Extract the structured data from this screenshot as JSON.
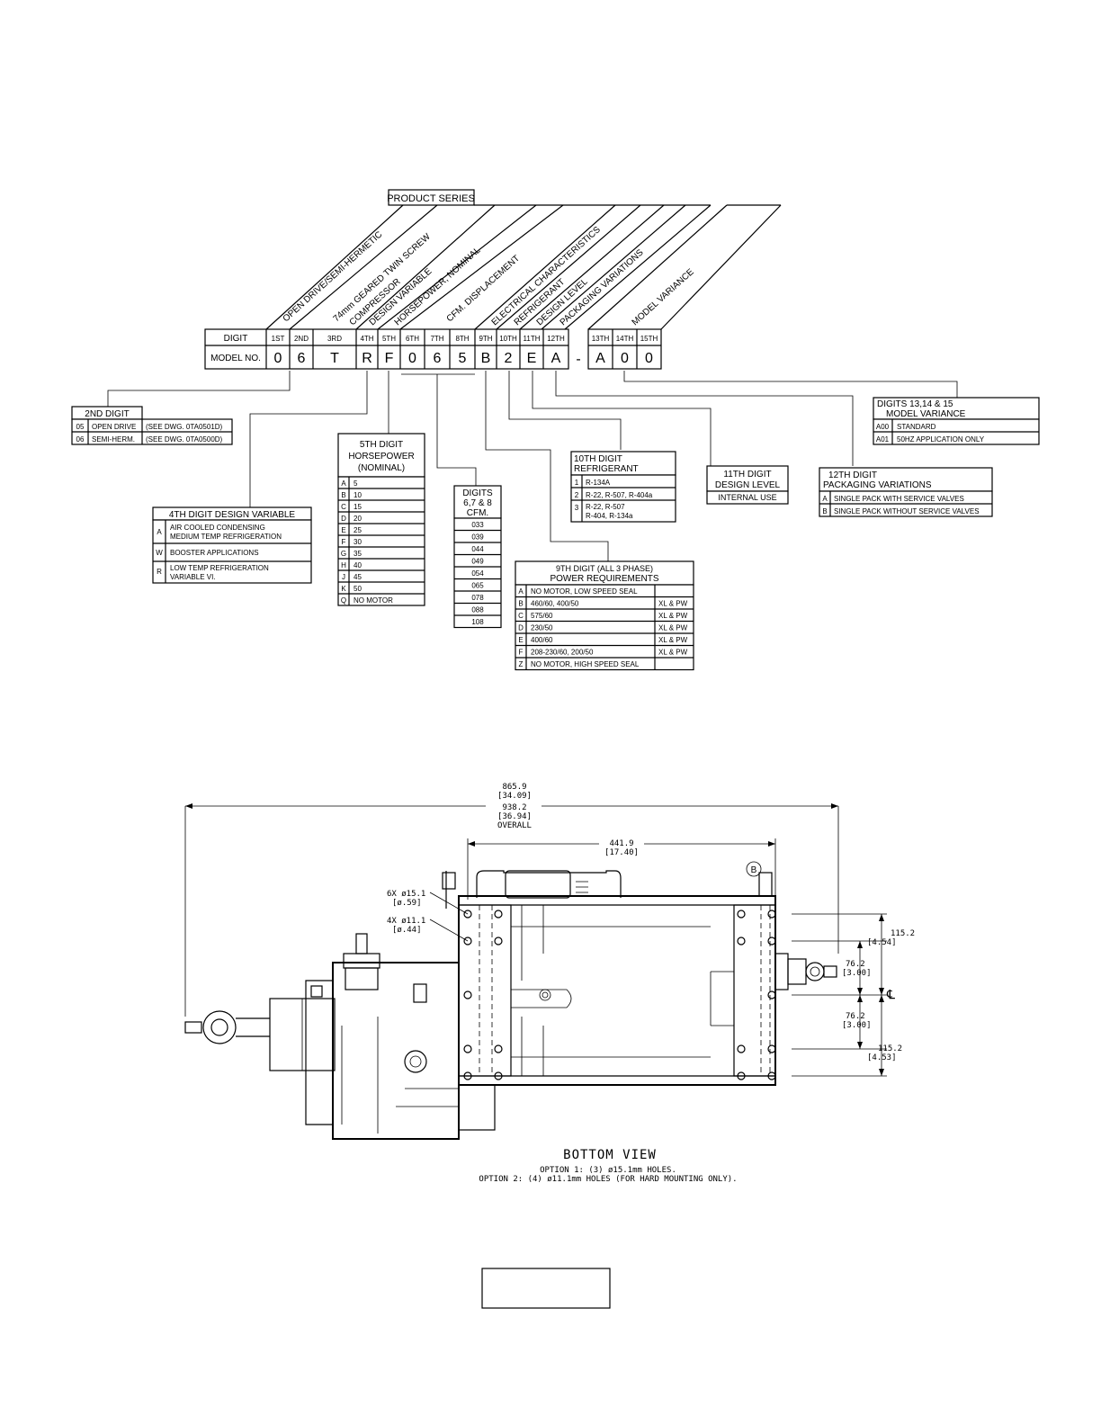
{
  "code": {
    "product_series": "PRODUCT SERIES",
    "row_labels": {
      "digit": "DIGIT",
      "model_no": "MODEL NO."
    },
    "digits": [
      "1ST",
      "2ND",
      "3RD",
      "4TH",
      "5TH",
      "6TH",
      "7TH",
      "8TH",
      "9TH",
      "10TH",
      "11TH",
      "12TH"
    ],
    "model": [
      "0",
      "6",
      "T",
      "R",
      "F",
      "0",
      "6",
      "5",
      "B",
      "2",
      "E",
      "A"
    ],
    "dash": "-",
    "digits2": [
      "13TH",
      "14TH",
      "15TH"
    ],
    "model2": [
      "A",
      "0",
      "0"
    ],
    "diag_labels": [
      "OPEN DRIVE/SEMI-HERMETIC",
      "74mm GEARED TWIN SCREW",
      "COMPRESSOR",
      "DESIGN VARIABLE",
      "HORSEPOWER, NOMINAL",
      "CFM. DISPLACEMENT",
      "ELECTRICAL CHARACTERISTICS",
      "REFRIGERANT",
      "DESIGN LEVEL",
      "PACKAGING VARIATIONS",
      "MODEL VARIANCE"
    ]
  },
  "legend2": {
    "title": "2ND DIGIT",
    "rows": [
      {
        "code": "05",
        "name": "OPEN DRIVE",
        "ref": "(SEE DWG. 0TA0501D)"
      },
      {
        "code": "06",
        "name": "SEMI-HERM.",
        "ref": "(SEE DWG. 0TA0500D)"
      }
    ]
  },
  "legend4": {
    "title": "4TH DIGIT  DESIGN VARIABLE",
    "rows": [
      {
        "code": "A",
        "l1": "AIR COOLED CONDENSING",
        "l2": "MEDIUM TEMP REFRIGERATION"
      },
      {
        "code": "W",
        "l1": "BOOSTER APPLICATIONS",
        "l2": ""
      },
      {
        "code": "R",
        "l1": "LOW TEMP REFRIGERATION",
        "l2": "VARIABLE VI."
      }
    ]
  },
  "legend5": {
    "t1": "5TH DIGIT",
    "t2": "HORSEPOWER",
    "t3": "(NOMINAL)",
    "rows": [
      [
        "A",
        "5"
      ],
      [
        "B",
        "10"
      ],
      [
        "C",
        "15"
      ],
      [
        "D",
        "20"
      ],
      [
        "E",
        "25"
      ],
      [
        "F",
        "30"
      ],
      [
        "G",
        "35"
      ],
      [
        "H",
        "40"
      ],
      [
        "J",
        "45"
      ],
      [
        "K",
        "50"
      ],
      [
        "Q",
        "NO MOTOR"
      ]
    ]
  },
  "legend678": {
    "t1": "DIGITS",
    "t2": "6,7 & 8",
    "t3": "CFM.",
    "rows": [
      "033",
      "039",
      "044",
      "049",
      "054",
      "065",
      "078",
      "088",
      "108"
    ]
  },
  "legend9": {
    "t1": "9TH DIGIT (ALL 3 PHASE)",
    "t2": "POWER REQUIREMENTS",
    "rows": [
      [
        "A",
        "NO MOTOR, LOW SPEED SEAL",
        ""
      ],
      [
        "B",
        "460/60, 400/50",
        "XL & PW"
      ],
      [
        "C",
        "575/60",
        "XL & PW"
      ],
      [
        "D",
        "230/50",
        "XL & PW"
      ],
      [
        "E",
        "400/60",
        "XL & PW"
      ],
      [
        "F",
        "208-230/60, 200/50",
        "XL & PW"
      ],
      [
        "Z",
        "NO MOTOR, HIGH SPEED SEAL",
        ""
      ]
    ]
  },
  "legend10": {
    "t1": "10TH DIGIT",
    "t2": "REFRIGERANT",
    "rows": [
      {
        "code": "1",
        "l1": "R-134A",
        "l2": ""
      },
      {
        "code": "2",
        "l1": "R-22, R-507, R-404a",
        "l2": ""
      },
      {
        "code": "3",
        "l1": "R-22, R-507",
        "l2": "R-404, R-134a"
      }
    ]
  },
  "legend11": {
    "t1": "11TH DIGIT",
    "t2": "DESIGN LEVEL",
    "row": "INTERNAL USE"
  },
  "legend12": {
    "t1": "12TH DIGIT",
    "t2": "PACKAGING VARIATIONS",
    "rows": [
      [
        "A",
        "SINGLE PACK WITH SERVICE VALVES"
      ],
      [
        "B",
        "SINGLE PACK WITHOUT SERVICE VALVES"
      ]
    ]
  },
  "legend1315": {
    "t1": "DIGITS 13,14 & 15",
    "t2": "MODEL VARIANCE",
    "rows": [
      [
        "A00",
        "STANDARD"
      ],
      [
        "A01",
        "50HZ APPLICATION ONLY"
      ]
    ]
  },
  "drawing": {
    "dim_total_a": "865.9",
    "dim_total_a_in": "[34.09]",
    "dim_total_b": "938.2",
    "dim_total_b_in": "[36.94]",
    "overall": "OVERALL",
    "dim_mid": "441.9",
    "dim_mid_in": "[17.40]",
    "hole_a": "6X ø15.1",
    "hole_a_in": "[ø.59]",
    "hole_b": "4X ø11.1",
    "hole_b_in": "[ø.44]",
    "r1": "115.2",
    "r1_in": "[4.54]",
    "r2": "76.2",
    "r2_in": "[3.00]",
    "r3": "76.2",
    "r3_in": "[3.00]",
    "r4": "115.2",
    "r4_in": "[4.53]",
    "centerline": "℄",
    "marker": "B",
    "title": "BOTTOM VIEW",
    "option1": "OPTION 1: (3) ø15.1mm HOLES.",
    "option2": "OPTION 2: (4) ø11.1mm HOLES (FOR HARD MOUNTING ONLY)."
  }
}
